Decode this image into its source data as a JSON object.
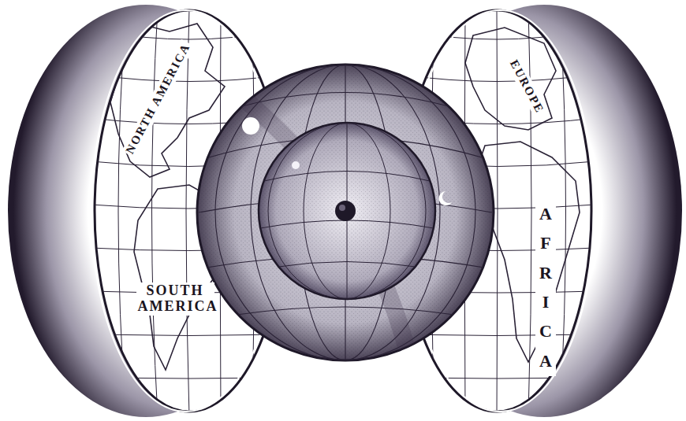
{
  "diagram": {
    "labels": [
      "NORTH AMERICA",
      "SOUTH AMERICA",
      "EUROPE",
      "AFRICA"
    ]
  }
}
